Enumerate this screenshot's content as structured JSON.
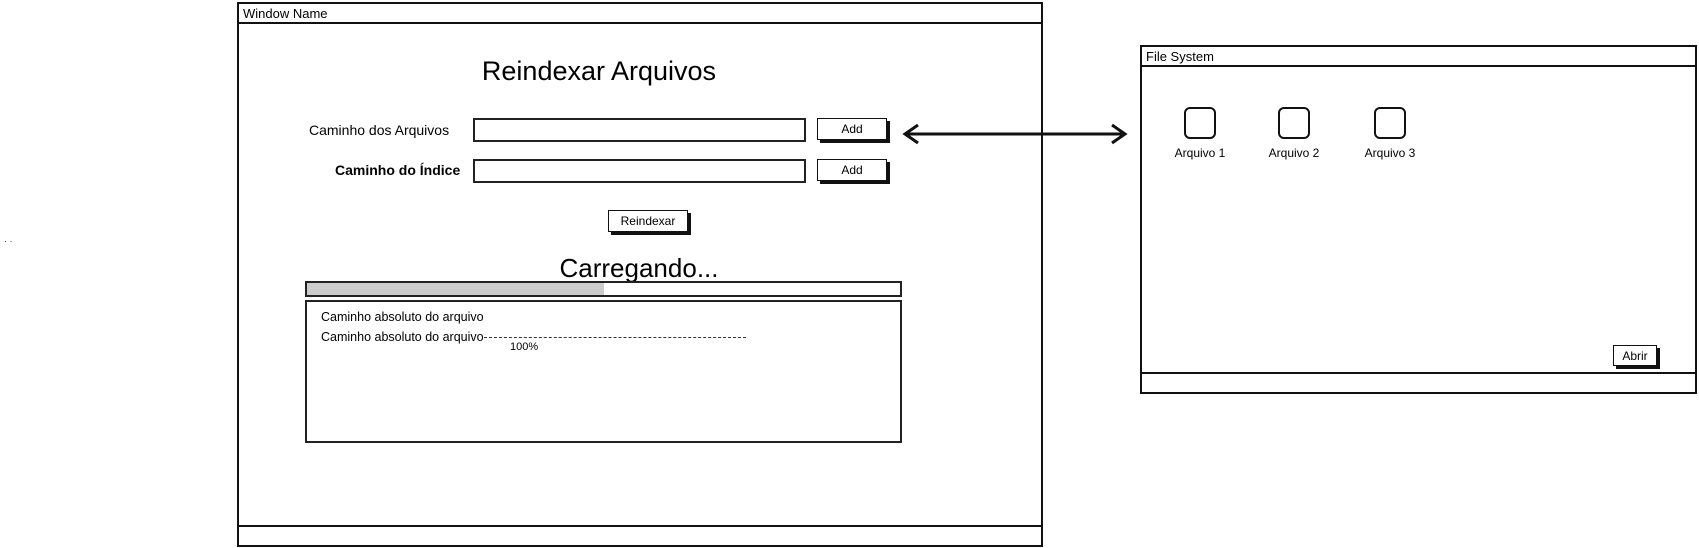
{
  "main_window": {
    "title": "Window Name",
    "heading": "Reindexar Arquivos",
    "files_path": {
      "label": "Caminho dos Arquivos",
      "value": "",
      "add_label": "Add"
    },
    "index_path": {
      "label": "Caminho do Índice",
      "value": "",
      "add_label": "Add"
    },
    "reindex_label": "Reindexar",
    "loading_text": "Carregando...",
    "progress": 0.5,
    "log": {
      "lines": [
        "Caminho absoluto do arquivo",
        "Caminho absoluto do arquivo"
      ],
      "percent": "100%"
    }
  },
  "file_system_window": {
    "title": "File System",
    "files": [
      "Arquivo 1",
      "Arquivo 2",
      "Arquivo 3"
    ],
    "open_label": "Abrir"
  },
  "connector": {
    "type": "double-arrow-icon"
  }
}
